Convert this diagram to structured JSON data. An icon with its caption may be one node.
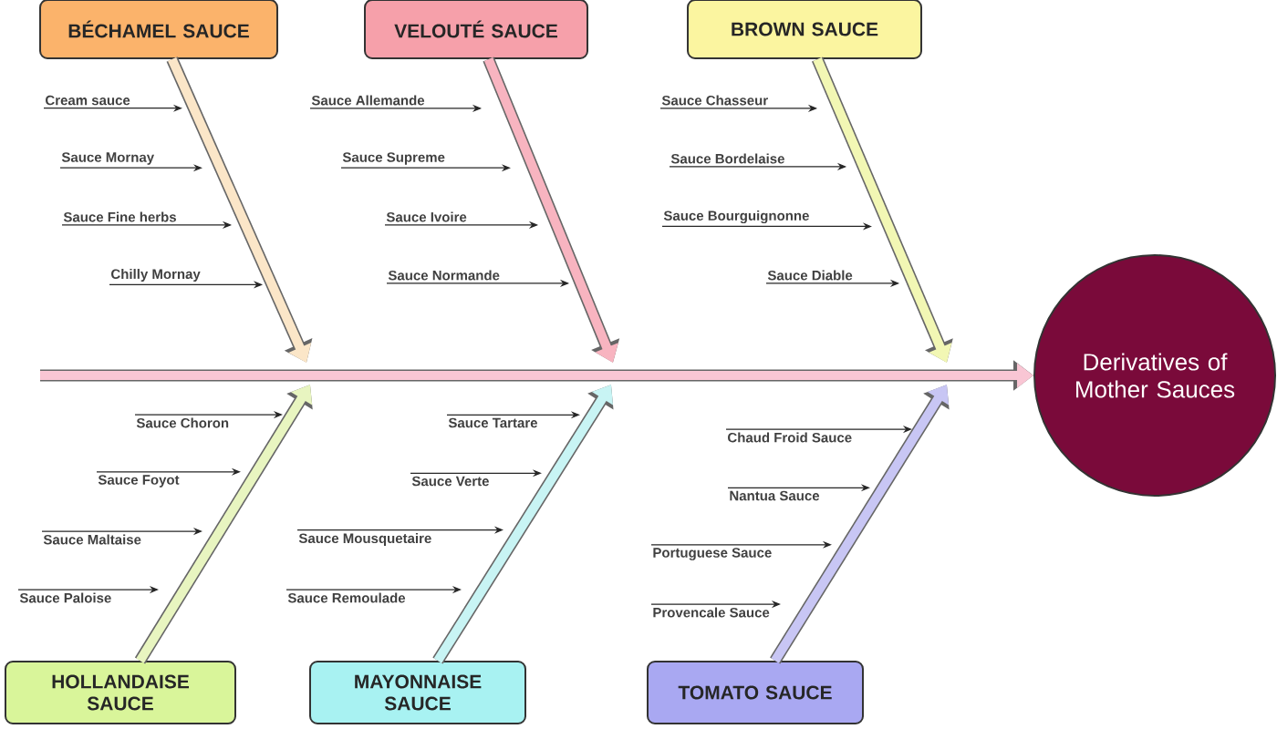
{
  "diagram": {
    "nodes": [
      {
        "text": [
          "BÉCHAMEL SAUCE"
        ]
      },
      {
        "text": [
          "VELOUTÉ SAUCE"
        ]
      },
      {
        "text": [
          "BROWN SAUCE"
        ]
      },
      {
        "text": [
          "HOLLANDAISE SAUCE"
        ]
      },
      {
        "text": [
          "MAYONNAISE SAUCE"
        ]
      },
      {
        "text": [
          "TOMATO SAUCE"
        ]
      },
      {
        "text": [
          "Derivatives of Mother Sauces"
        ]
      },
      {
        "text": [
          "Cream sauce"
        ]
      },
      {
        "text": [
          "Sauce Mornay"
        ]
      },
      {
        "text": [
          "Sauce Fine herbs"
        ]
      },
      {
        "text": [
          "Chilly Mornay"
        ]
      },
      {
        "text": [
          "Sauce Allemande"
        ]
      },
      {
        "text": [
          "Sauce Supreme"
        ]
      },
      {
        "text": [
          "Sauce Ivoire"
        ]
      },
      {
        "text": [
          "Sauce Normande"
        ]
      },
      {
        "text": [
          "Sauce Chasseur"
        ]
      },
      {
        "text": [
          "Sauce Bordelaise"
        ]
      },
      {
        "text": [
          "Sauce Bourguignonne"
        ]
      },
      {
        "text": [
          "Sauce Diable"
        ]
      },
      {
        "text": [
          "Sauce Choron"
        ]
      },
      {
        "text": [
          "Sauce Foyot"
        ]
      },
      {
        "text": [
          "Sauce Maltaise"
        ]
      },
      {
        "text": [
          "Sauce Paloise"
        ]
      },
      {
        "text": [
          "Sauce Tartare"
        ]
      },
      {
        "text": [
          "Sauce Verte"
        ]
      },
      {
        "text": [
          "Sauce Mousquetaire"
        ]
      },
      {
        "text": [
          "Sauce Remoulade"
        ]
      },
      {
        "text": [
          "Chaud Froid Sauce"
        ]
      },
      {
        "text": [
          "Nantua Sauce"
        ]
      },
      {
        "text": [
          "Portuguese Sauce"
        ]
      },
      {
        "text": [
          "Provencale Sauce"
        ]
      }
    ],
    "edges": [
      {
        "from": null,
        "to": 6,
        "arrow": "to",
        "style": "thick",
        "color": "#f9c6d4"
      },
      {
        "from": 0,
        "to": null,
        "arrow": "to",
        "style": "thick",
        "color": "#fbe6c8"
      },
      {
        "from": 1,
        "to": null,
        "arrow": "to",
        "style": "thick",
        "color": "#f8b4c0"
      },
      {
        "from": 2,
        "to": null,
        "arrow": "to",
        "style": "thick",
        "color": "#f2f7b4"
      },
      {
        "from": 3,
        "to": null,
        "arrow": "to",
        "style": "thick",
        "color": "#e8f5c0"
      },
      {
        "from": 4,
        "to": null,
        "arrow": "to",
        "style": "thick",
        "color": "#c8f4f4"
      },
      {
        "from": 5,
        "to": null,
        "arrow": "to",
        "style": "thick",
        "color": "#c8c6f4"
      },
      {
        "from": 7,
        "to": null,
        "arrow": "to"
      },
      {
        "from": 8,
        "to": null,
        "arrow": "to"
      },
      {
        "from": 9,
        "to": null,
        "arrow": "to"
      },
      {
        "from": 10,
        "to": null,
        "arrow": "to"
      },
      {
        "from": 11,
        "to": null,
        "arrow": "to"
      },
      {
        "from": 12,
        "to": null,
        "arrow": "to"
      },
      {
        "from": 13,
        "to": null,
        "arrow": "to"
      },
      {
        "from": 14,
        "to": null,
        "arrow": "to"
      },
      {
        "from": 15,
        "to": null,
        "arrow": "to"
      },
      {
        "from": 16,
        "to": null,
        "arrow": "to"
      },
      {
        "from": 17,
        "to": null,
        "arrow": "to"
      },
      {
        "from": 18,
        "to": null,
        "arrow": "to"
      },
      {
        "from": 19,
        "to": null,
        "arrow": "to"
      },
      {
        "from": 20,
        "to": null,
        "arrow": "to"
      },
      {
        "from": 21,
        "to": null,
        "arrow": "to"
      },
      {
        "from": 22,
        "to": null,
        "arrow": "to"
      },
      {
        "from": 23,
        "to": null,
        "arrow": "to"
      },
      {
        "from": 24,
        "to": null,
        "arrow": "to"
      },
      {
        "from": 25,
        "to": null,
        "arrow": "to"
      },
      {
        "from": 26,
        "to": null,
        "arrow": "to"
      },
      {
        "from": 27,
        "to": null,
        "arrow": "to"
      },
      {
        "from": 28,
        "to": null,
        "arrow": "to"
      },
      {
        "from": 29,
        "to": null,
        "arrow": "to"
      },
      {
        "from": 30,
        "to": null,
        "arrow": "to"
      }
    ]
  }
}
